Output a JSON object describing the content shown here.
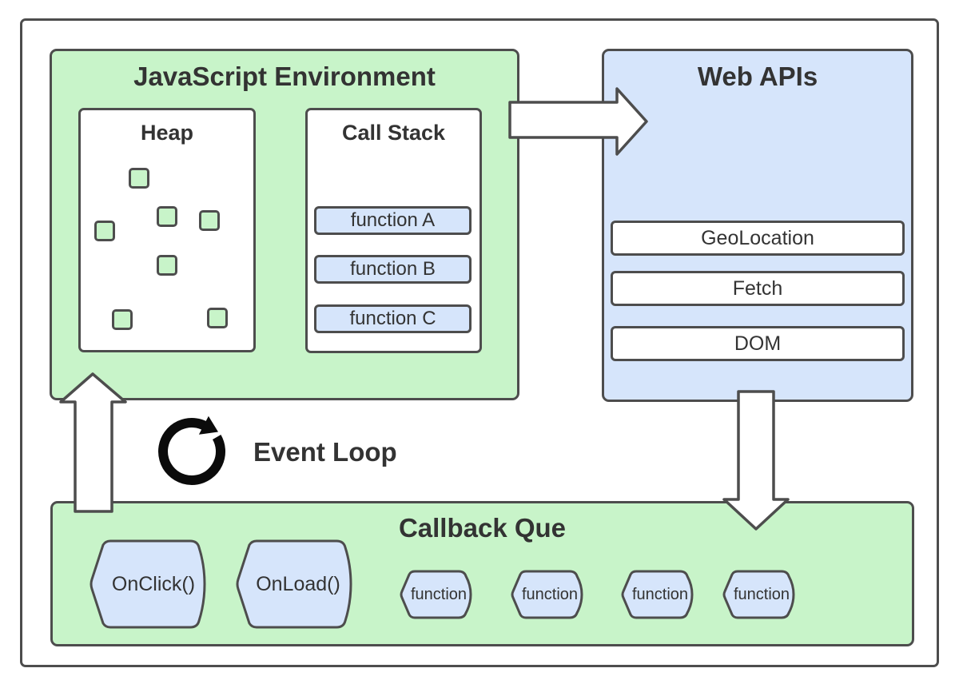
{
  "colors": {
    "green_fill": "#c8f4c9",
    "blue_fill": "#d6e5fb",
    "border": "#4d4d4d",
    "arrow_fill": "#ffffff",
    "title_text": "#333333",
    "icon_black": "#0b0b0b"
  },
  "js_environment": {
    "title": "JavaScript Environment",
    "heap": {
      "title": "Heap",
      "object_count": 7
    },
    "call_stack": {
      "title": "Call Stack",
      "frames": [
        "function A",
        "function B",
        "function C"
      ]
    }
  },
  "web_apis": {
    "title": "Web APIs",
    "items": [
      "GeoLocation",
      "Fetch",
      "DOM"
    ]
  },
  "event_loop": {
    "label": "Event Loop"
  },
  "callback_queue": {
    "title": "Callback Que",
    "callbacks": [
      "OnClick()",
      "OnLoad()"
    ],
    "queued_functions": [
      "function",
      "function",
      "function",
      "function"
    ]
  }
}
